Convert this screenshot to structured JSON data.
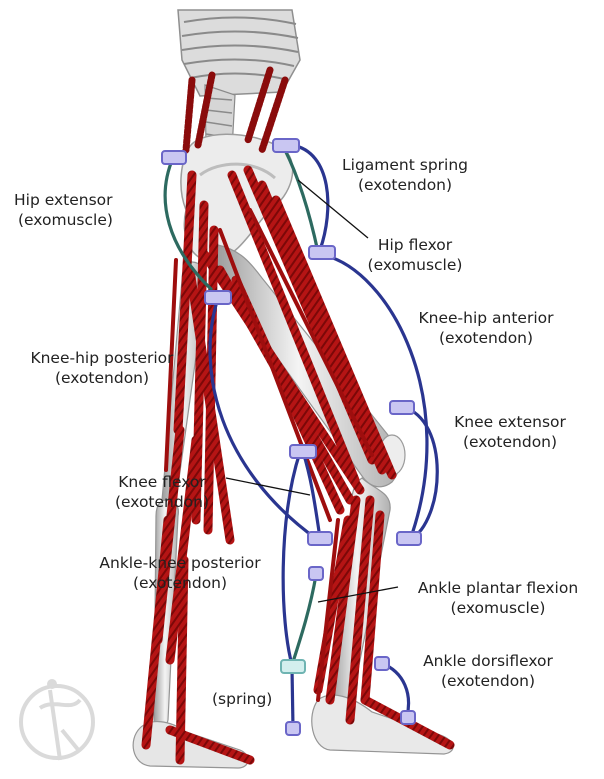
{
  "colors": {
    "background": "#ffffff",
    "bone": "#e6e6e6",
    "bone_shadow": "#a9a9a9",
    "muscle": "#b21212",
    "muscle_dark": "#7a0a0a",
    "exotendon": "#2a3590",
    "exomuscle": "#2d6a60",
    "attachment_fill": "#c9c6f2",
    "attachment_stroke": "#6a66c8",
    "spring_fill": "#d3efee",
    "spring_stroke": "#6fb4b2",
    "label_text": "#222222",
    "pointer_line": "#111111"
  },
  "labels": {
    "hip_extensor": {
      "line1": "Hip extensor",
      "line2": "(exomuscle)"
    },
    "ligament_spring": {
      "line1": "Ligament spring",
      "line2": "(exotendon)"
    },
    "hip_flexor": {
      "line1": "Hip flexor",
      "line2": "(exomuscle)"
    },
    "knee_hip_anterior": {
      "line1": "Knee-hip anterior",
      "line2": "(exotendon)"
    },
    "knee_hip_posterior": {
      "line1": "Knee-hip posterior",
      "line2": "(exotendon)"
    },
    "knee_extensor": {
      "line1": "Knee extensor",
      "line2": "(exotendon)"
    },
    "knee_flexor": {
      "line1": "Knee flexor",
      "line2": "(exotendon)"
    },
    "ankle_knee_posterior": {
      "line1": "Ankle-knee posterior",
      "line2": "(exotendon)"
    },
    "ankle_plantar_flexion": {
      "line1": "Ankle plantar flexion",
      "line2": "(exomuscle)"
    },
    "ankle_dorsiflexor": {
      "line1": "Ankle dorsiflexor",
      "line2": "(exotendon)"
    },
    "spring": "(spring)"
  },
  "icons": {
    "watermark": "dancer-logo-icon"
  }
}
